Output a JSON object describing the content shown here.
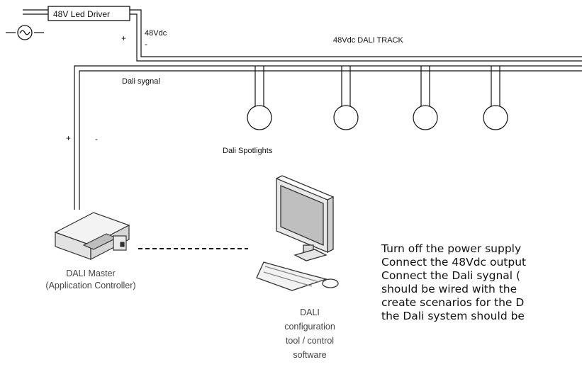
{
  "driver": {
    "label": "48V Led Driver"
  },
  "power": {
    "plus": "+",
    "minus": "-",
    "voltage": "48Vdc"
  },
  "track": {
    "label": "48Vdc DALI TRACK"
  },
  "signal": {
    "label": "Dali sygnal",
    "plus": "+",
    "minus": "-"
  },
  "spotlights": {
    "label": "Dali Spotlights",
    "count": 4
  },
  "master": {
    "line1": "DALI Master",
    "line2": "(Application Controller)"
  },
  "software": {
    "line1": "DALI",
    "line2": "configuration",
    "line3": "tool / control",
    "line4": "software"
  },
  "instructions": {
    "line1": "Turn off the power supply",
    "line2": "Connect the 48Vdc output",
    "line3": "Connect the Dali sygnal (",
    "line4": "should be wired with the",
    "line5": "create scenarios for the D",
    "line6": "the Dali system should be"
  }
}
